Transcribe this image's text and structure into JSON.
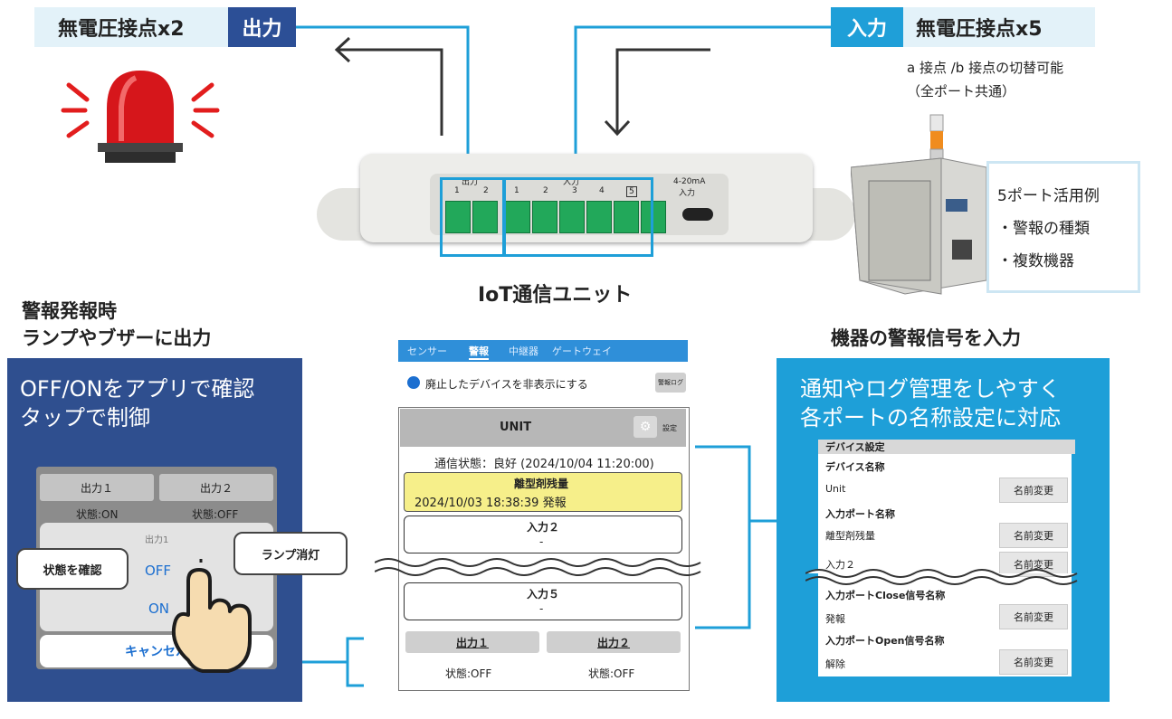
{
  "top_left": {
    "label": "無電圧接点x2",
    "tag": "出力"
  },
  "top_right": {
    "tag": "入力",
    "label": "無電圧接点x5",
    "note1": "a 接点 /b 接点の切替可能",
    "note2": "（全ポート共通）"
  },
  "device": {
    "name": "IoT通信ユニット",
    "out_group": "出力",
    "out_ports": [
      "1",
      "2"
    ],
    "in_group": "入力",
    "in_ports": [
      "1",
      "2",
      "3",
      "4",
      "5"
    ],
    "analog_label": "4-20mA",
    "analog_sub": "入力"
  },
  "example_box": {
    "title": "5ポート活用例",
    "item1": "・警報の種類",
    "item2": "・複数機器"
  },
  "left_section": {
    "heading1": "警報発報時",
    "heading2": "ランプやブザーに出力",
    "panel_line1": "OFF/ONをアプリで確認",
    "panel_line2": "タップで制御",
    "out1": "出力１",
    "out2": "出力２",
    "state_on": "状態:ON",
    "state_off": "状態:OFF",
    "sheet_title": "出力1",
    "opt_off": "OFF",
    "opt_on": "ON",
    "cancel": "キャンセル",
    "bubble_check": "状態を確認",
    "bubble_lamp": "ランプ消灯"
  },
  "app": {
    "tabs": [
      "センサー",
      "警報",
      "中継器",
      "ゲートウェイ"
    ],
    "hide_label": "廃止したデバイスを非表示にする",
    "log_btn": "警報ログ",
    "unit_title": "UNIT",
    "settings": "設定",
    "comm_status": "通信状態：良好 (2024/10/04 11:20:00)",
    "alarm_title": "離型剤残量",
    "alarm_detail": "2024/10/03 18:38:39 発報",
    "in2_title": "入力２",
    "in2_value": "-",
    "in5_title": "入力５",
    "in5_value": "-",
    "out1": "出力１",
    "out2": "出力２",
    "out1_state": "状態:OFF",
    "out2_state": "状態:OFF"
  },
  "right_section": {
    "heading": "機器の警報信号を入力",
    "panel_line1": "通知やログ管理をしやすく",
    "panel_line2": "各ポートの名称設定に対応",
    "settings_title": "デバイス設定",
    "device_name_label": "デバイス名称",
    "unit": "Unit",
    "port_name_label": "入力ポート名称",
    "port1": "離型剤残量",
    "port2": "入力２",
    "close_label": "入力ポートClose信号名称",
    "close_val": "発報",
    "open_label": "入力ポートOpen信号名称",
    "open_val": "解除",
    "rename": "名前変更"
  },
  "colors": {
    "accent_blue": "#1e9fd8",
    "navy": "#2f4f8f",
    "alarm_yellow": "#f6ef8a"
  }
}
